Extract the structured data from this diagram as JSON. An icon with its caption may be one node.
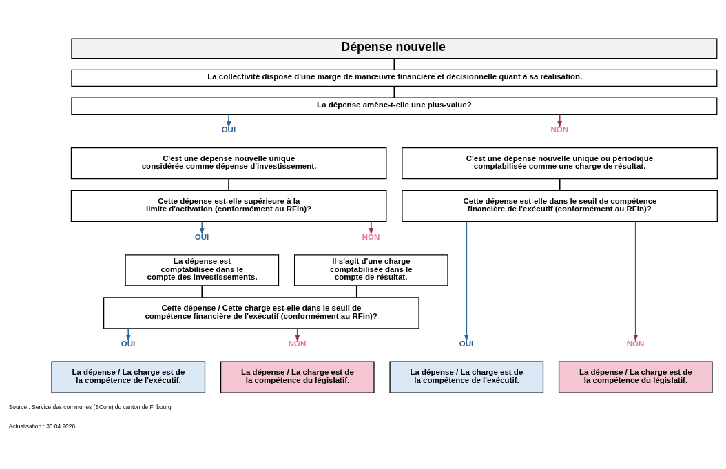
{
  "diagram": {
    "nodes": [
      {
        "text": [
          "Dépense nouvelle"
        ]
      },
      {
        "text": [
          "La collectivité dispose d'une marge de manœuvre financière et décisionnelle quant à sa réalisation."
        ]
      },
      {
        "text": [
          "La dépense amène-t-elle une plus-value?"
        ]
      },
      {
        "text": [
          "OUI"
        ]
      },
      {
        "text": [
          "NON"
        ]
      },
      {
        "text": [
          "C'est une dépense nouvelle unique considérée comme dépense d'investissement."
        ]
      },
      {
        "text": [
          "C'est une dépense nouvelle unique ou périodique comptabilisée comme une charge de résultat."
        ]
      },
      {
        "text": [
          "Cette dépense est-elle supérieure à la limite d'activation (conformément au RFin)?"
        ]
      },
      {
        "text": [
          "Cette dépense est-elle dans le seuil de compétence financière de l'exécutif (conformément au RFin)?"
        ]
      },
      {
        "text": [
          "OUI"
        ]
      },
      {
        "text": [
          "NON"
        ]
      },
      {
        "text": [
          "La dépense est comptabilisée dans le compte des investissements."
        ]
      },
      {
        "text": [
          "Il s'agit d'une charge comptabilisée dans le compte de résultat."
        ]
      },
      {
        "text": [
          "Cette dépense / Cette charge est-elle dans le seuil de compétence financière de l'exécutif (conformément au RFin)?"
        ]
      },
      {
        "text": [
          "OUI"
        ]
      },
      {
        "text": [
          "NON"
        ]
      },
      {
        "text": [
          "OUI"
        ]
      },
      {
        "text": [
          "NON"
        ]
      },
      {
        "text": [
          "La dépense / La charge est de la compétence de l'exécutif."
        ]
      },
      {
        "text": [
          "La dépense / La charge est de la compétence du législatif."
        ]
      },
      {
        "text": [
          "La dépense / La charge est de la compétence de l'exécutif."
        ]
      },
      {
        "text": [
          "La dépense / La charge est de la compétence du législatif."
        ]
      }
    ],
    "edges": [
      {
        "from": 0,
        "to": 1,
        "arrow": "none"
      },
      {
        "from": 1,
        "to": 2,
        "arrow": "none"
      },
      {
        "from": 2,
        "to": 3,
        "arrow": "to",
        "color": "#336699"
      },
      {
        "from": 2,
        "to": 4,
        "arrow": "to",
        "color": "#9e2f52"
      },
      {
        "from": 5,
        "to": 7,
        "arrow": "none"
      },
      {
        "from": 6,
        "to": 8,
        "arrow": "none"
      },
      {
        "from": 7,
        "to": 9,
        "arrow": "to",
        "color": "#336699"
      },
      {
        "from": 7,
        "to": 10,
        "arrow": "to",
        "color": "#9e2f52"
      },
      {
        "from": 11,
        "to": 13,
        "arrow": "none"
      },
      {
        "from": 12,
        "to": 13,
        "arrow": "none"
      },
      {
        "from": 13,
        "to": 14,
        "arrow": "to",
        "color": "#336699"
      },
      {
        "from": 13,
        "to": 15,
        "arrow": "to",
        "color": "#9e2f52"
      },
      {
        "from": 8,
        "to": 16,
        "arrow": "to",
        "color": "#336699"
      },
      {
        "from": 8,
        "to": 17,
        "arrow": "to",
        "color": "#9e2f52"
      }
    ],
    "labels": [
      "Source : Service des communes (SCom) du canton de Fribourg",
      "Actualisation : 30.04.2026"
    ]
  }
}
